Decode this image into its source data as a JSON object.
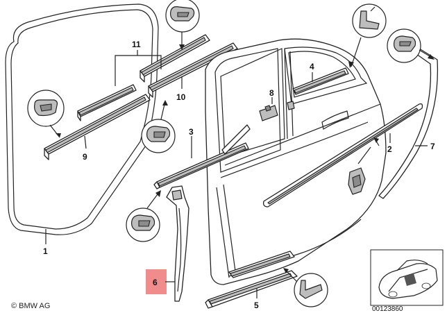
{
  "part_labels": {
    "p1": "1",
    "p2": "2",
    "p3": "3",
    "p4": "4",
    "p5": "5",
    "p6": "6",
    "p7": "7",
    "p8": "8",
    "p9": "9",
    "p10": "10",
    "p11": "11"
  },
  "highlight_color": "#f08c8c",
  "copyright": "© BMW AG",
  "thumbnail_ref": "00123860"
}
